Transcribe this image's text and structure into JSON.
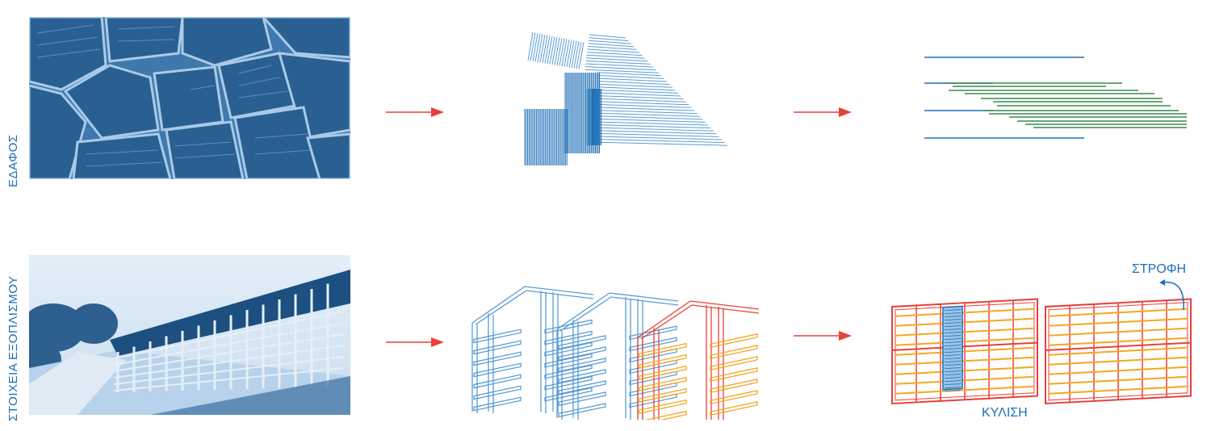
{
  "rows": [
    {
      "label": "ΕΔΑΦΟΣ"
    },
    {
      "label": "ΣΤΟΙΧΕΙΑ ΕΞΟΠΛΙΣΜΟΥ"
    }
  ],
  "annotations": {
    "rotation": "ΣΤΡΟΦΗ",
    "slide": "ΚΥΛΙΣΗ"
  },
  "colors": {
    "blue": "#1f6fb5",
    "light_blue": "#5b9bd5",
    "green": "#3a8a4a",
    "red": "#e8403a",
    "orange": "#f5a623",
    "arrow": "#e8403a"
  },
  "icons": [
    "aerial-photo",
    "shed-photo",
    "arrow-right-icon",
    "arrow-rotate-icon"
  ]
}
